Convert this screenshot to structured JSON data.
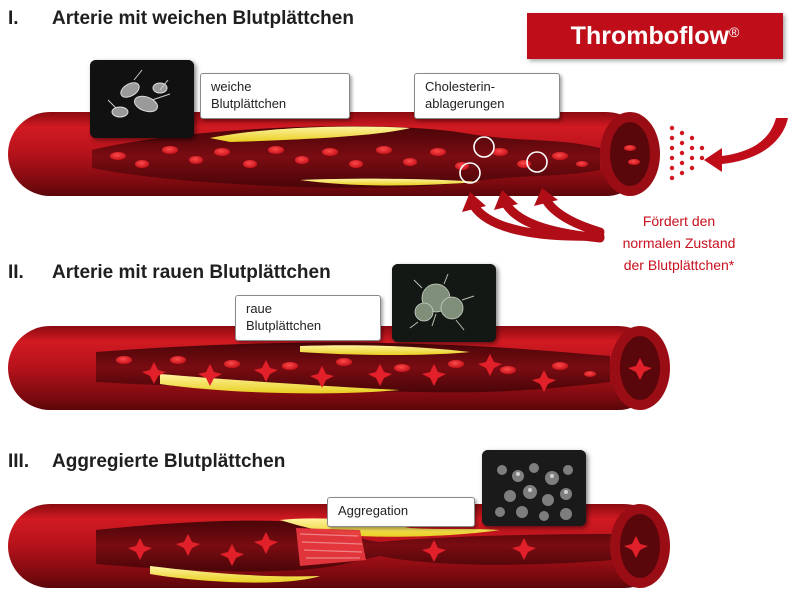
{
  "brand": {
    "name": "Thromboflow",
    "mark": "®"
  },
  "sections": [
    {
      "number": "I.",
      "title": "Arterie mit weichen Blutplättchen"
    },
    {
      "number": "II.",
      "title": "Arterie mit rauen Blutplättchen"
    },
    {
      "number": "III.",
      "title": "Aggregierte Blutplättchen"
    }
  ],
  "callouts": {
    "soft": [
      "weiche",
      "Blutplättchen"
    ],
    "cholesterol": [
      "Cholesterin-",
      "ablagerungen"
    ],
    "rough": [
      "raue",
      "Blutplättchen"
    ],
    "aggregation": [
      "Aggregation"
    ]
  },
  "effect_text": [
    "Fördert den",
    "normalen Zustand",
    "der Blutplättchen*"
  ],
  "colors": {
    "brand_red": "#c00d1a",
    "artery_red": "#b5121b",
    "lumen_dark": "#6e0a10",
    "plaque_yellow": "#f2e24a",
    "effect_text": "#c8101e"
  },
  "icons": [
    "curved-arrow-icon",
    "arrow-cluster-icon",
    "dot-cluster-icon"
  ]
}
